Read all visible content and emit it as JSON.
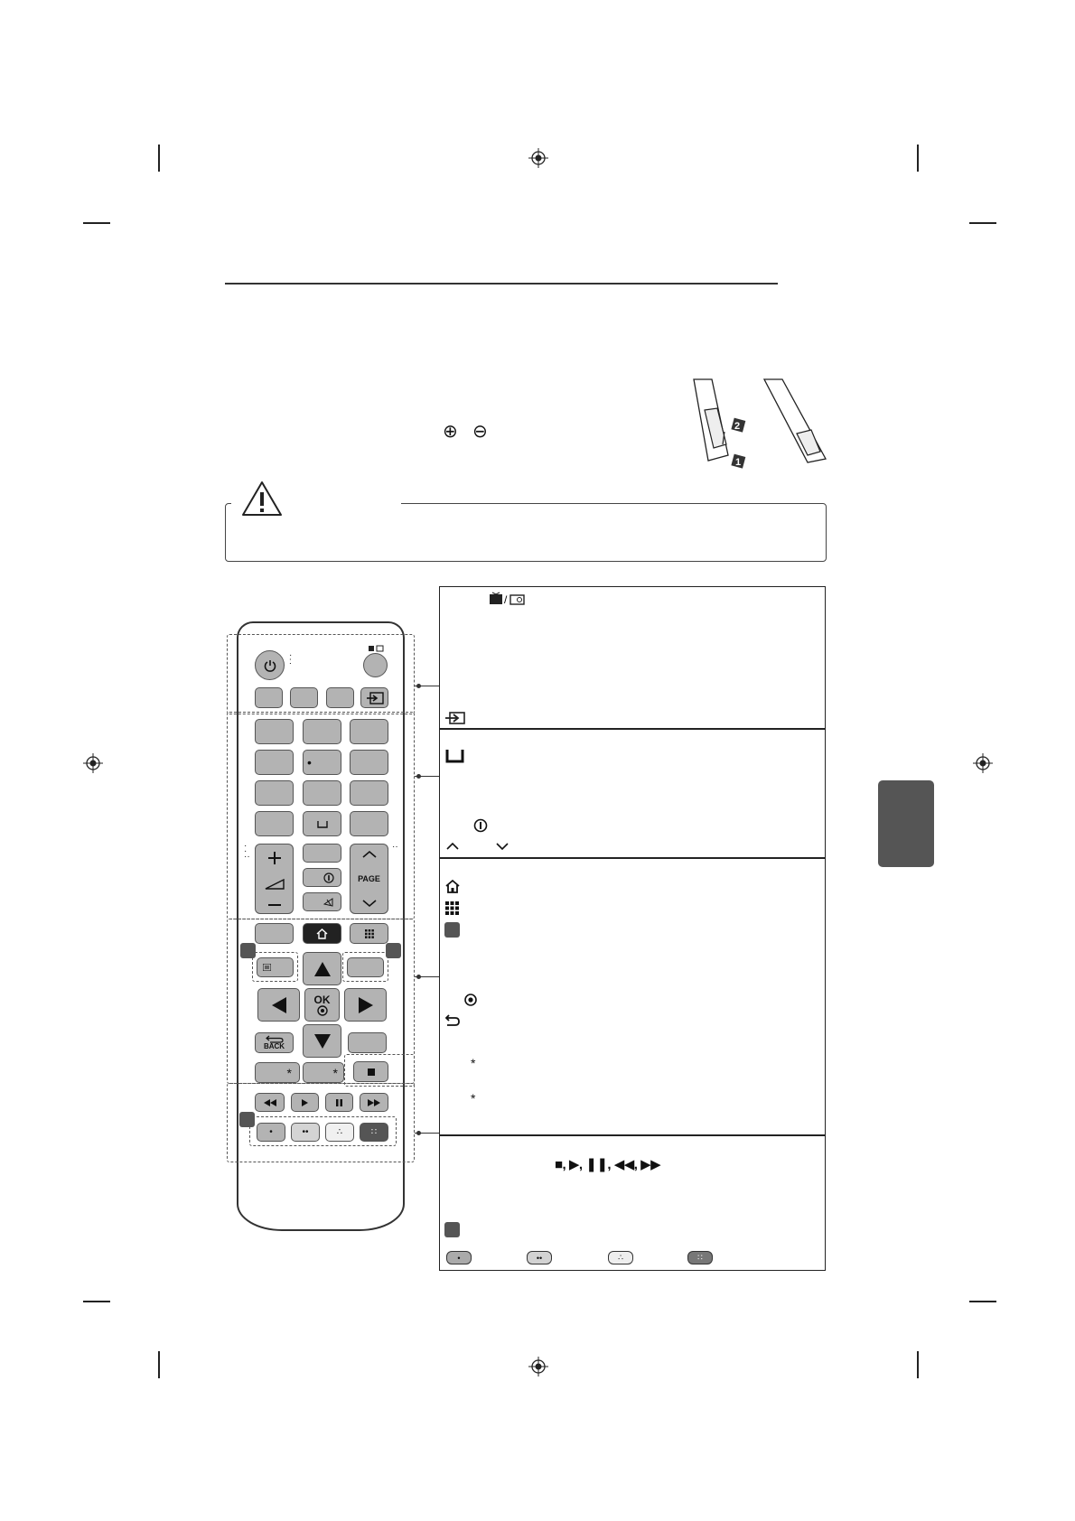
{
  "battery": {
    "polarity_plus": "⊕",
    "polarity_minus": "⊖",
    "step_1": "1",
    "step_2": "2"
  },
  "caution": {
    "icon": "warning-triangle-icon"
  },
  "remote": {
    "labels": {
      "page": "PAGE",
      "ok": "OK",
      "back": "BACK"
    },
    "icons": {
      "power": "power-icon",
      "tv_radio": "tv-radio-icon",
      "input": "input-icon",
      "volume": "volume-icon",
      "info": "info-icon",
      "mute": "mute-icon",
      "home": "home-icon",
      "apps": "grid-icon",
      "guide": "list-icon"
    },
    "star": "*"
  },
  "legend": {
    "sections": [
      {
        "icons": [
          "tv-radio-icon",
          "input-icon"
        ]
      },
      {
        "icons": [
          "space-icon",
          "info-icon",
          "page-up-icon",
          "page-down-icon"
        ]
      },
      {
        "icons": [
          "home-icon",
          "grid-icon",
          "marker-icon",
          "ok-icon",
          "back-icon",
          "star-icon",
          "star-icon"
        ]
      },
      {
        "playback_glyphs": "■, ▶, ❚❚, ◀◀, ▶▶",
        "icons": [
          "marker-icon"
        ],
        "color_buttons": [
          "•",
          "••",
          "∴",
          "∷"
        ]
      }
    ]
  }
}
